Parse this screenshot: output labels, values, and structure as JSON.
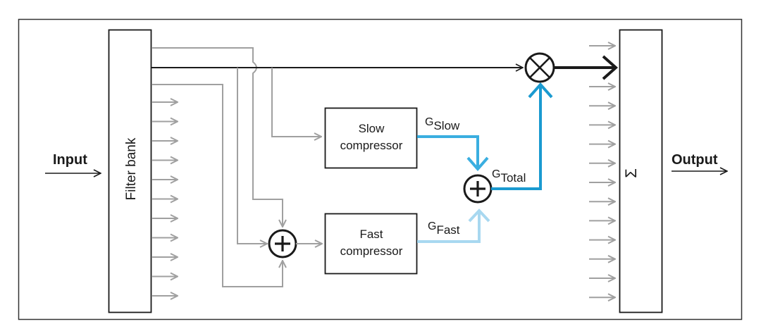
{
  "diagram": {
    "input_label": "Input",
    "output_label": "Output",
    "filter_bank_label": "Filter bank",
    "mixer_label": "Σ",
    "slow_compressor": {
      "line1": "Slow",
      "line2": "compressor"
    },
    "fast_compressor": {
      "line1": "Fast",
      "line2": "compressor"
    },
    "gains": {
      "slow": {
        "base": "G",
        "sub": "Slow"
      },
      "fast": {
        "base": "G",
        "sub": "Fast"
      },
      "total": {
        "base": "G",
        "sub": "Total"
      }
    },
    "nodes": {
      "adder_symbol": "+",
      "multiplier_symbol": "×"
    },
    "colors": {
      "frame": "#333333",
      "gray_line": "#a0a0a0",
      "black_line": "#1a1a1a",
      "g_slow": "#3aaee0",
      "g_fast": "#a8d8f0",
      "g_total": "#1a9ad0"
    },
    "filter_bank_outputs": 15,
    "mixer_inputs": 15
  }
}
